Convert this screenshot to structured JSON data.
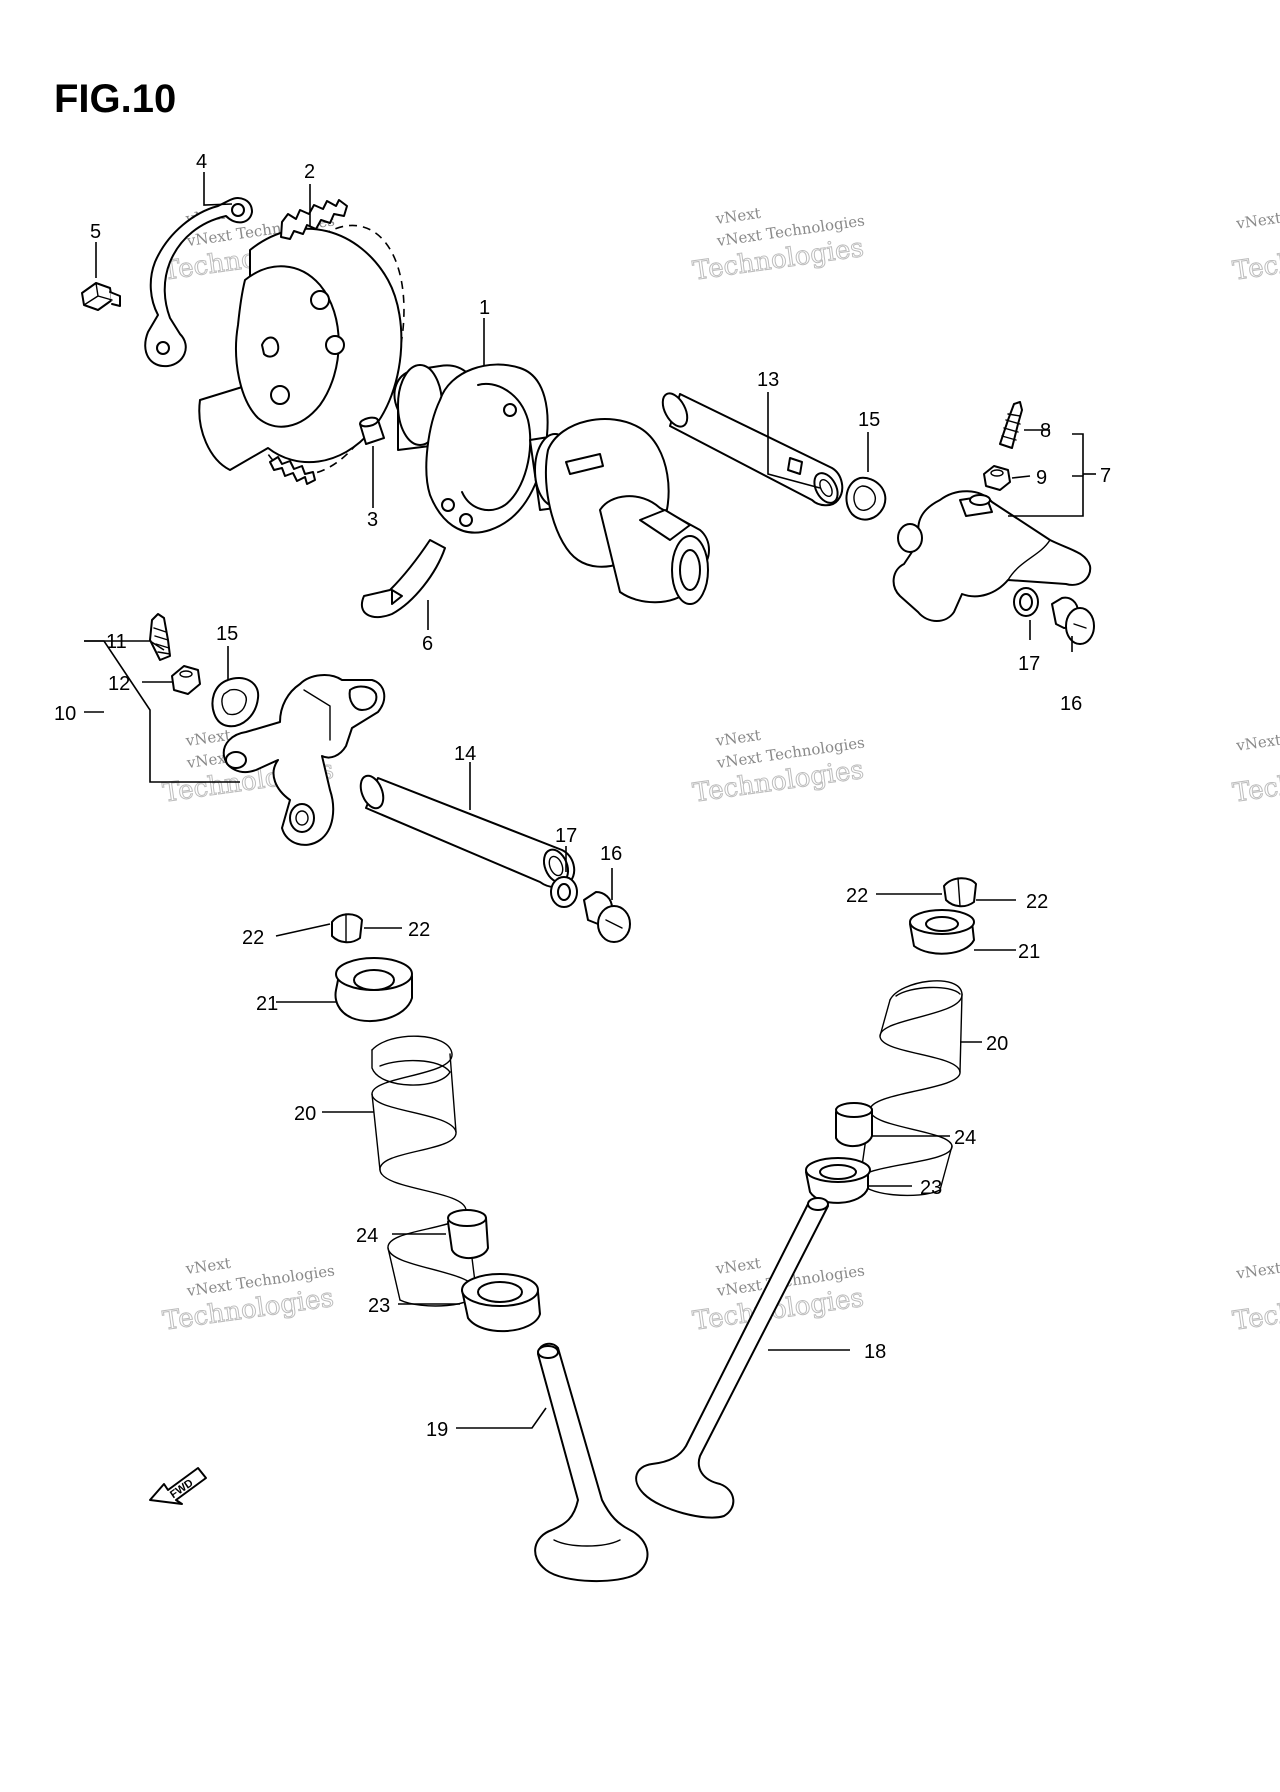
{
  "figure": {
    "title": "FIG.10",
    "direction_arrow": "FWD"
  },
  "watermark": {
    "company": "vNext Technologies",
    "word_top": "vNext",
    "word_bottom": "Technologies"
  },
  "callouts": {
    "n1": "1",
    "n2": "2",
    "n3": "3",
    "n4": "4",
    "n5": "5",
    "n6": "6",
    "n7": "7",
    "n8": "8",
    "n9": "9",
    "n10": "10",
    "n11": "11",
    "n12": "12",
    "n13": "13",
    "n14": "14",
    "n15": "15",
    "n16": "16",
    "n17": "17",
    "n18": "18",
    "n19": "19",
    "n20": "20",
    "n21": "21",
    "n22": "22",
    "n23": "23",
    "n24": "24"
  }
}
